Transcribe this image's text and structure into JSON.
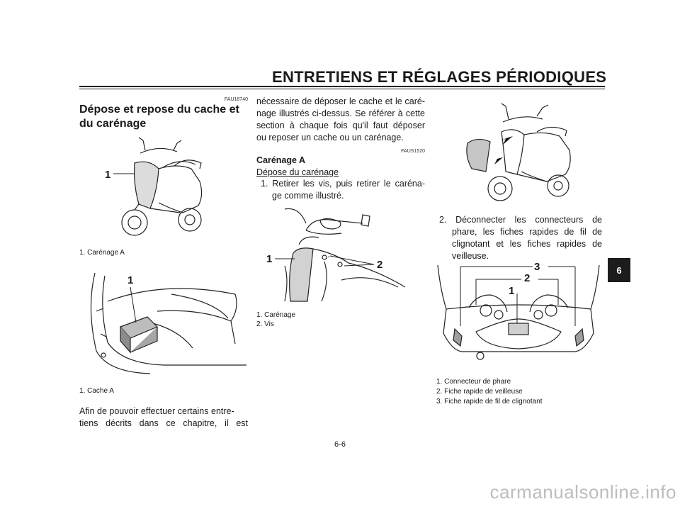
{
  "header": {
    "title": "ENTRETIENS ET RÉGLAGES PÉRIODIQUES"
  },
  "left_column": {
    "code": "FAU18740",
    "title_line1": "Dépose et repose du cache et",
    "title_line2": "du carénage",
    "figure1": {
      "callout": "1",
      "caption": "1. Carénage A"
    },
    "figure2": {
      "callout": "1",
      "caption": "1. Cache A"
    },
    "paragraph_line1": "Afin de pouvoir effectuer certains entre-",
    "paragraph_line2": "tiens décrits dans ce chapitre, il est"
  },
  "middle_column": {
    "paragraph_lines": [
      "nécessaire de déposer le cache et le caré-",
      "nage illustrés ci-dessus. Se référer à cette",
      "section à chaque fois qu'il faut déposer",
      "ou reposer un cache ou un carénage."
    ],
    "code": "FAUS1520",
    "subheading": "Carénage A",
    "underline_heading": "Dépose du carénage",
    "step1_line1": "1. Retirer les vis, puis retirer le caréna-",
    "step1_line2": "ge comme illustré.",
    "figure3": {
      "callout1": "1",
      "callout2": "2",
      "caption1": "1. Carénage",
      "caption2": "2. Vis"
    }
  },
  "right_column": {
    "step2_lines": [
      "2. Déconnecter les connecteurs de",
      "phare, les fiches rapides de fil de",
      "clignotant et les fiches rapides de",
      "veilleuse."
    ],
    "figure5": {
      "callout1": "1",
      "callout2": "2",
      "callout3": "3",
      "captions": [
        "1. Connecteur de phare",
        "2. Fiche rapide de veilleuse",
        "3. Fiche rapide de fil de clignotant"
      ]
    }
  },
  "tab": {
    "label": "6"
  },
  "footer": {
    "page_number": "6-6",
    "watermark": "carmanualsonline.info"
  }
}
